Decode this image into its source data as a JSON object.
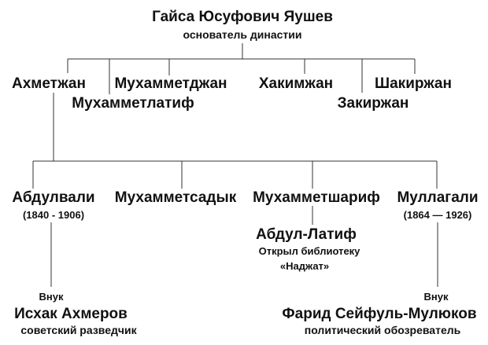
{
  "founder": {
    "name": "Гайса Юсуфович Яушев",
    "role": "основатель династии"
  },
  "sons": [
    "Ахметжан",
    "Мухамметджан",
    "Мухамметлатиф",
    "Хакимжан",
    "Закиржан",
    "Шакиржан"
  ],
  "grandsons": [
    {
      "name": "Абдулвали",
      "years": "(1840 -  1906)"
    },
    {
      "name": "Мухамметсадык"
    },
    {
      "name": "Мухамметшариф"
    },
    {
      "name": "Муллагали",
      "years": "(1864 — 1926)"
    }
  ],
  "abdul_latif": {
    "name": "Абдул-Латиф",
    "note_line1": "Открыл библиотеку",
    "note_line2": "«Наджат»"
  },
  "descendants": [
    {
      "relation": "Внук",
      "name": "Исхак Ахмеров",
      "role": "советский разведчик"
    },
    {
      "relation": "Внук",
      "name": "Фарид Сейфуль-Мулюков",
      "role": "политический обозреватель"
    }
  ],
  "colors": {
    "text": "#111111",
    "line": "#333333",
    "background": "#ffffff"
  }
}
